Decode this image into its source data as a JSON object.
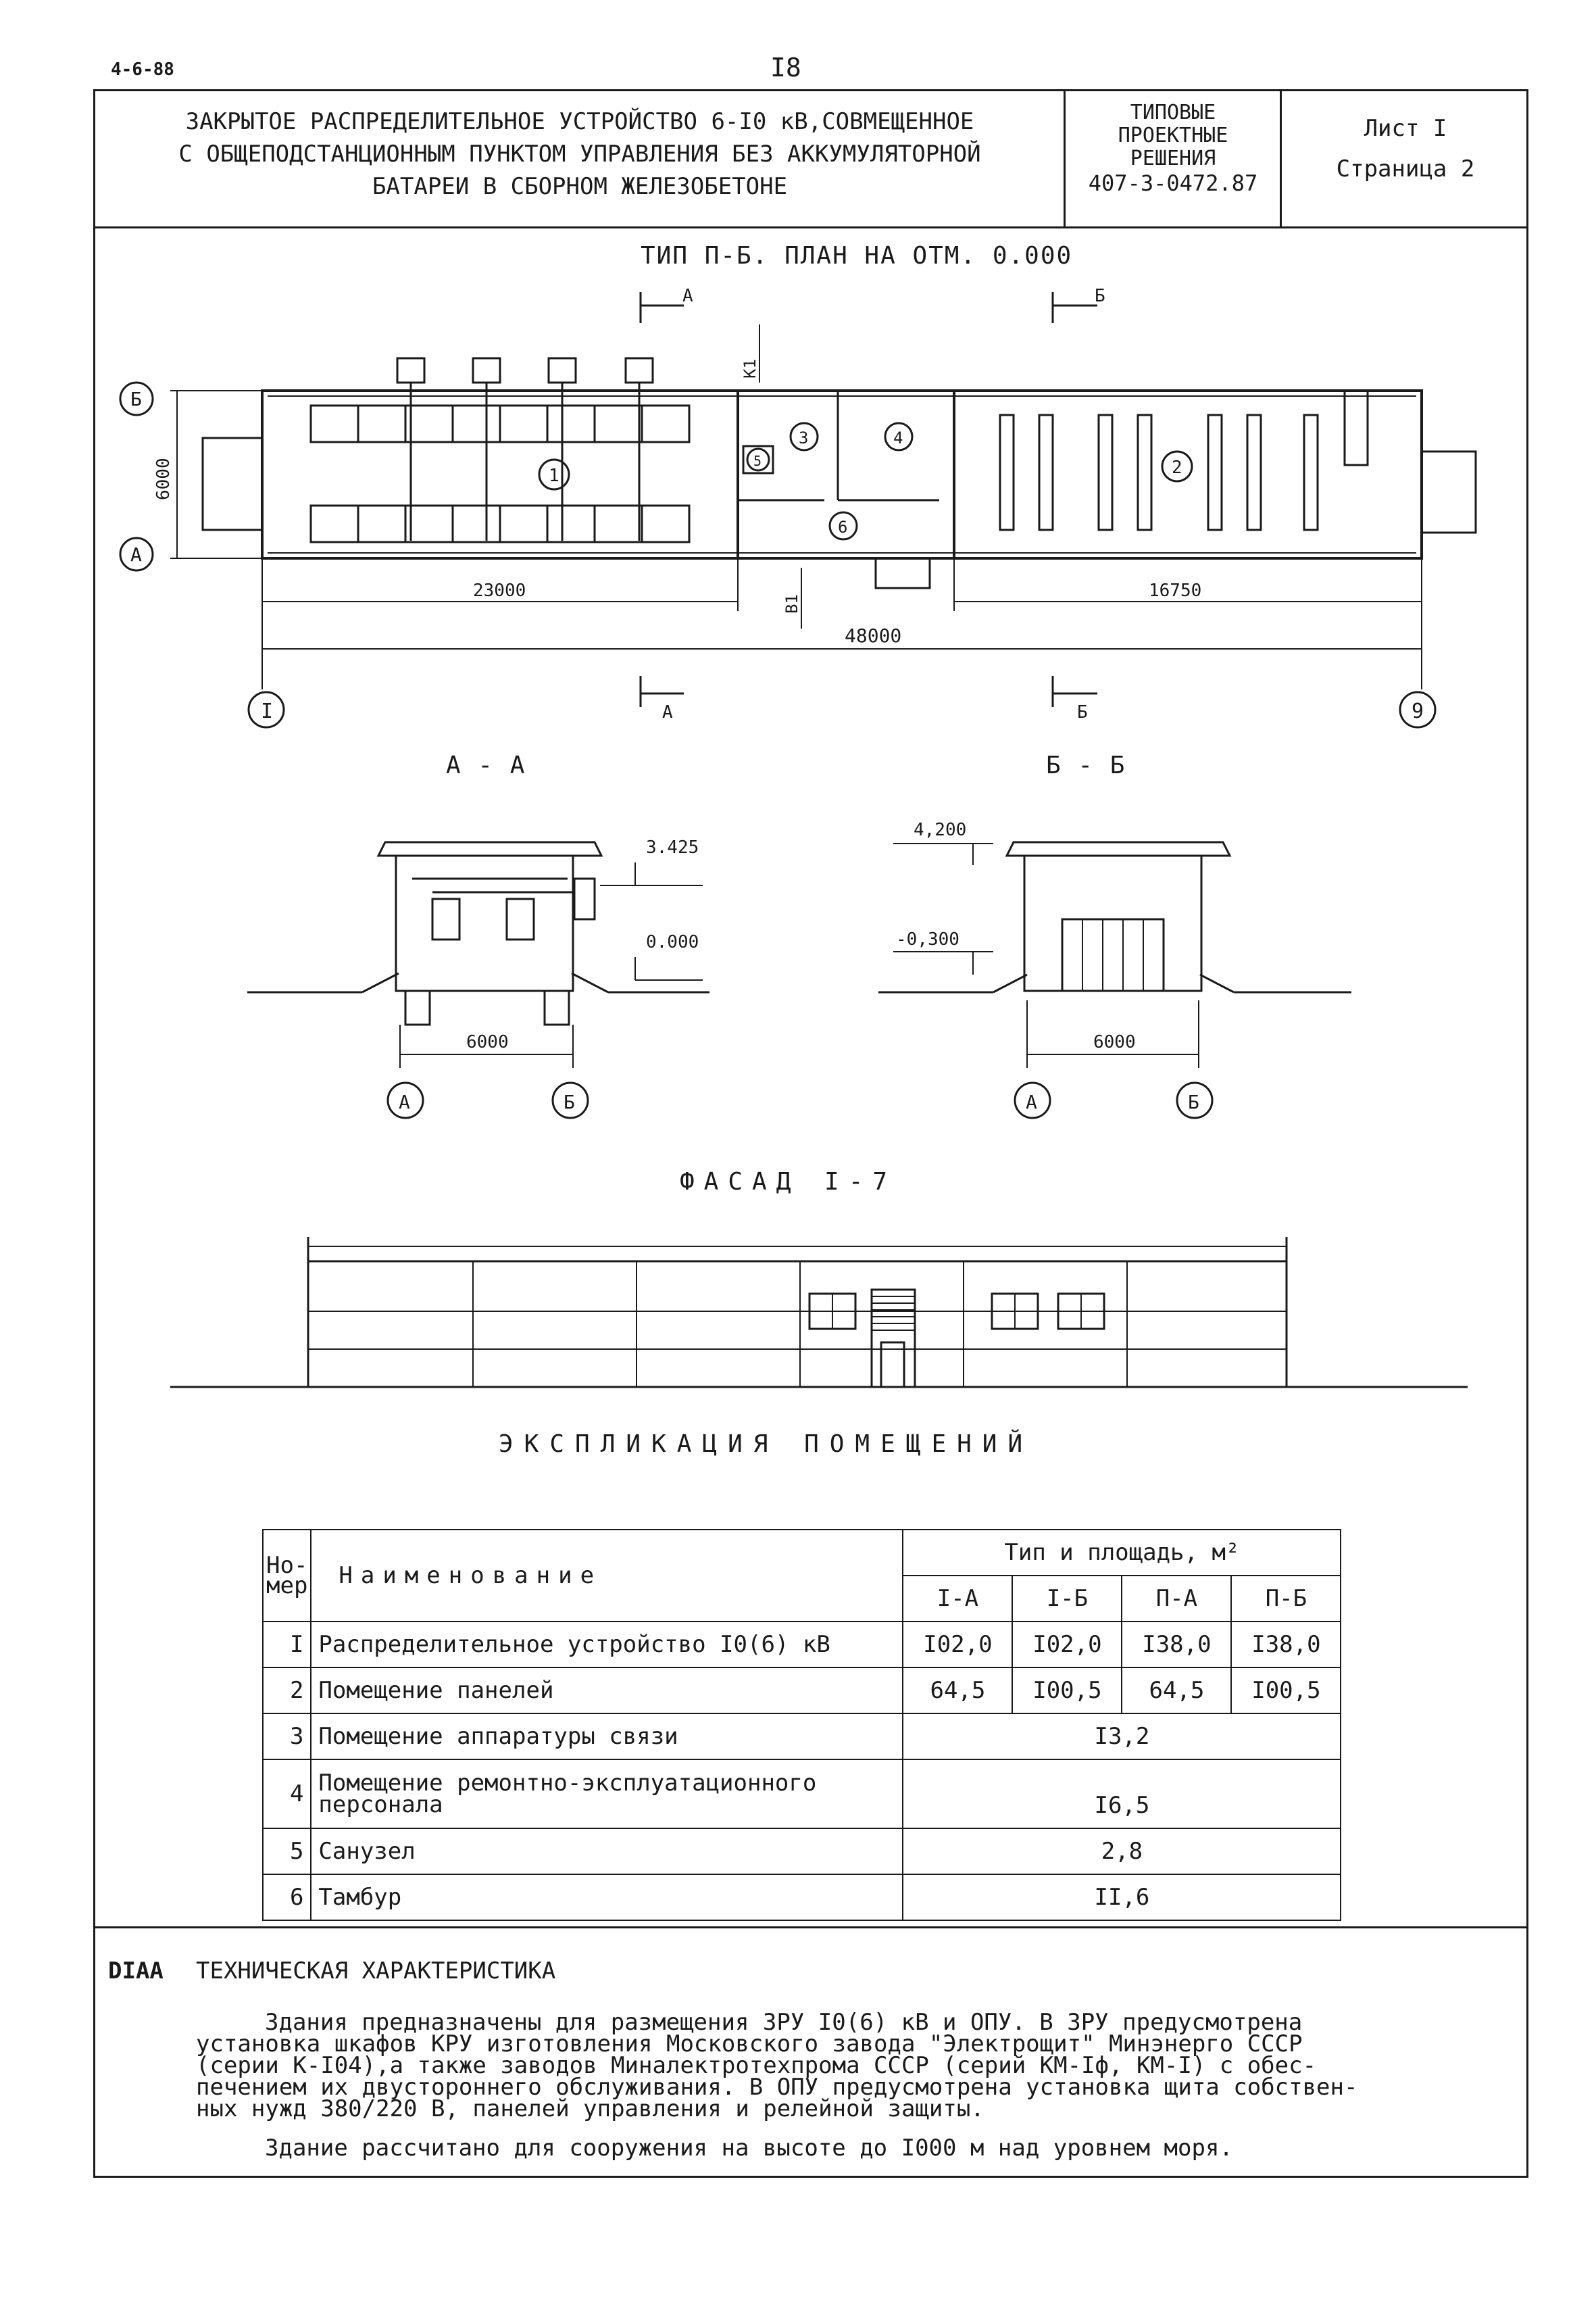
{
  "header": {
    "code": "4-6-88",
    "page_number": "I8"
  },
  "title_block": {
    "title_lines": [
      "ЗАКРЫТОЕ РАСПРЕДЕЛИТЕЛЬНОЕ УСТРОЙСТВО 6-I0 кВ,СОВМЕЩЕННОЕ",
      "С ОБЩЕПОДСТАНЦИОННЫМ ПУНКТОМ УПРАВЛЕНИЯ БЕЗ АККУМУЛЯТОРНОЙ",
      "БАТАРЕИ В СБОРНОМ ЖЕЛЕЗОБЕТОНЕ"
    ],
    "series_lines": [
      "ТИПОВЫЕ",
      "ПРОЕКТНЫЕ",
      "РЕШЕНИЯ",
      "407-3-0472.87"
    ],
    "sheet": "Лист I",
    "page": "Страница 2"
  },
  "plan": {
    "title": "ТИП П-Б. ПЛАН НА ОТМ. 0.000",
    "section_marks": [
      "А",
      "Б"
    ],
    "axis_rows": [
      "Б",
      "А"
    ],
    "axis_cols": [
      "I",
      "9"
    ],
    "room_numbers": [
      "1",
      "2",
      "3",
      "4",
      "5",
      "6"
    ],
    "dim_width": "6000",
    "dim_left": "23000",
    "dim_right": "16750",
    "dim_total": "48000",
    "label_k1": "К1",
    "label_b1": "В1"
  },
  "section_aa": {
    "title": "А - А",
    "level_top": "3.425",
    "level_zero": "0.000",
    "dim": "6000",
    "axes": [
      "А",
      "Б"
    ]
  },
  "section_bb": {
    "title": "Б - Б",
    "level_top": "4,200",
    "level_low": "-0,300",
    "dim": "6000",
    "axes": [
      "А",
      "Б"
    ]
  },
  "facade": {
    "title": "ФАСАД I-7"
  },
  "explication": {
    "title": "ЭКСПЛИКАЦИЯ ПОМЕЩЕНИЙ",
    "col_num_line1": "Но-",
    "col_num_line2": "мер",
    "col_name": "Наименование",
    "col_group": "Тип и площадь, м²",
    "types": [
      "I-А",
      "I-Б",
      "П-А",
      "П-Б"
    ],
    "rows": [
      {
        "num": "I",
        "name": "Распределительное устройство I0(6) кВ",
        "values": [
          "I02,0",
          "I02,0",
          "I38,0",
          "I38,0"
        ]
      },
      {
        "num": "2",
        "name": "Помещение панелей",
        "values": [
          "64,5",
          "I00,5",
          "64,5",
          "I00,5"
        ]
      },
      {
        "num": "3",
        "name": "Помещение аппаратуры связи",
        "merged": "I3,2"
      },
      {
        "num": "4",
        "name_line1": "Помещение ремонтно-эксплуатационного",
        "name_line2": "персонала",
        "merged": "I6,5"
      },
      {
        "num": "5",
        "name": "Санузел",
        "merged": "2,8"
      },
      {
        "num": "6",
        "name": "Тамбур",
        "merged": "II,6"
      }
    ]
  },
  "tech": {
    "stamp": "DIAA",
    "title": "ТЕХНИЧЕСКАЯ ХАРАКТЕРИСТИКА",
    "para1_lines": [
      "Здания предназначены для размещения ЗРУ I0(6) кВ и ОПУ. В ЗРУ предусмотрена",
      "установка шкафов КРУ изготовления Московского завода \"Электрощит\" Минэнерго СССР",
      "(серии К-I04),а также заводов Миналектротехпрома СССР (серий КМ-Iф, КМ-I) с обес-",
      "печением их двустороннего обслуживания. В ОПУ предусмотрена установка щита собствен-",
      "ных нужд 380/220 В, панелей управления и релейной защиты."
    ],
    "para2": "Здание рассчитано для сооружения на высоте до I000 м над уровнем моря."
  }
}
